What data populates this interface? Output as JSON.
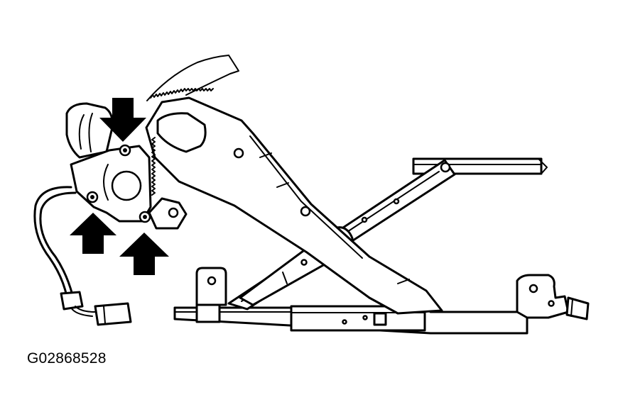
{
  "figure": {
    "code": "G02868528"
  },
  "callouts": {
    "arrow_count": 3,
    "arrow_color": "#000000",
    "arrow_meaning": "mounting-bolt-locations"
  },
  "colors": {
    "line": "#000000",
    "background": "#ffffff"
  }
}
